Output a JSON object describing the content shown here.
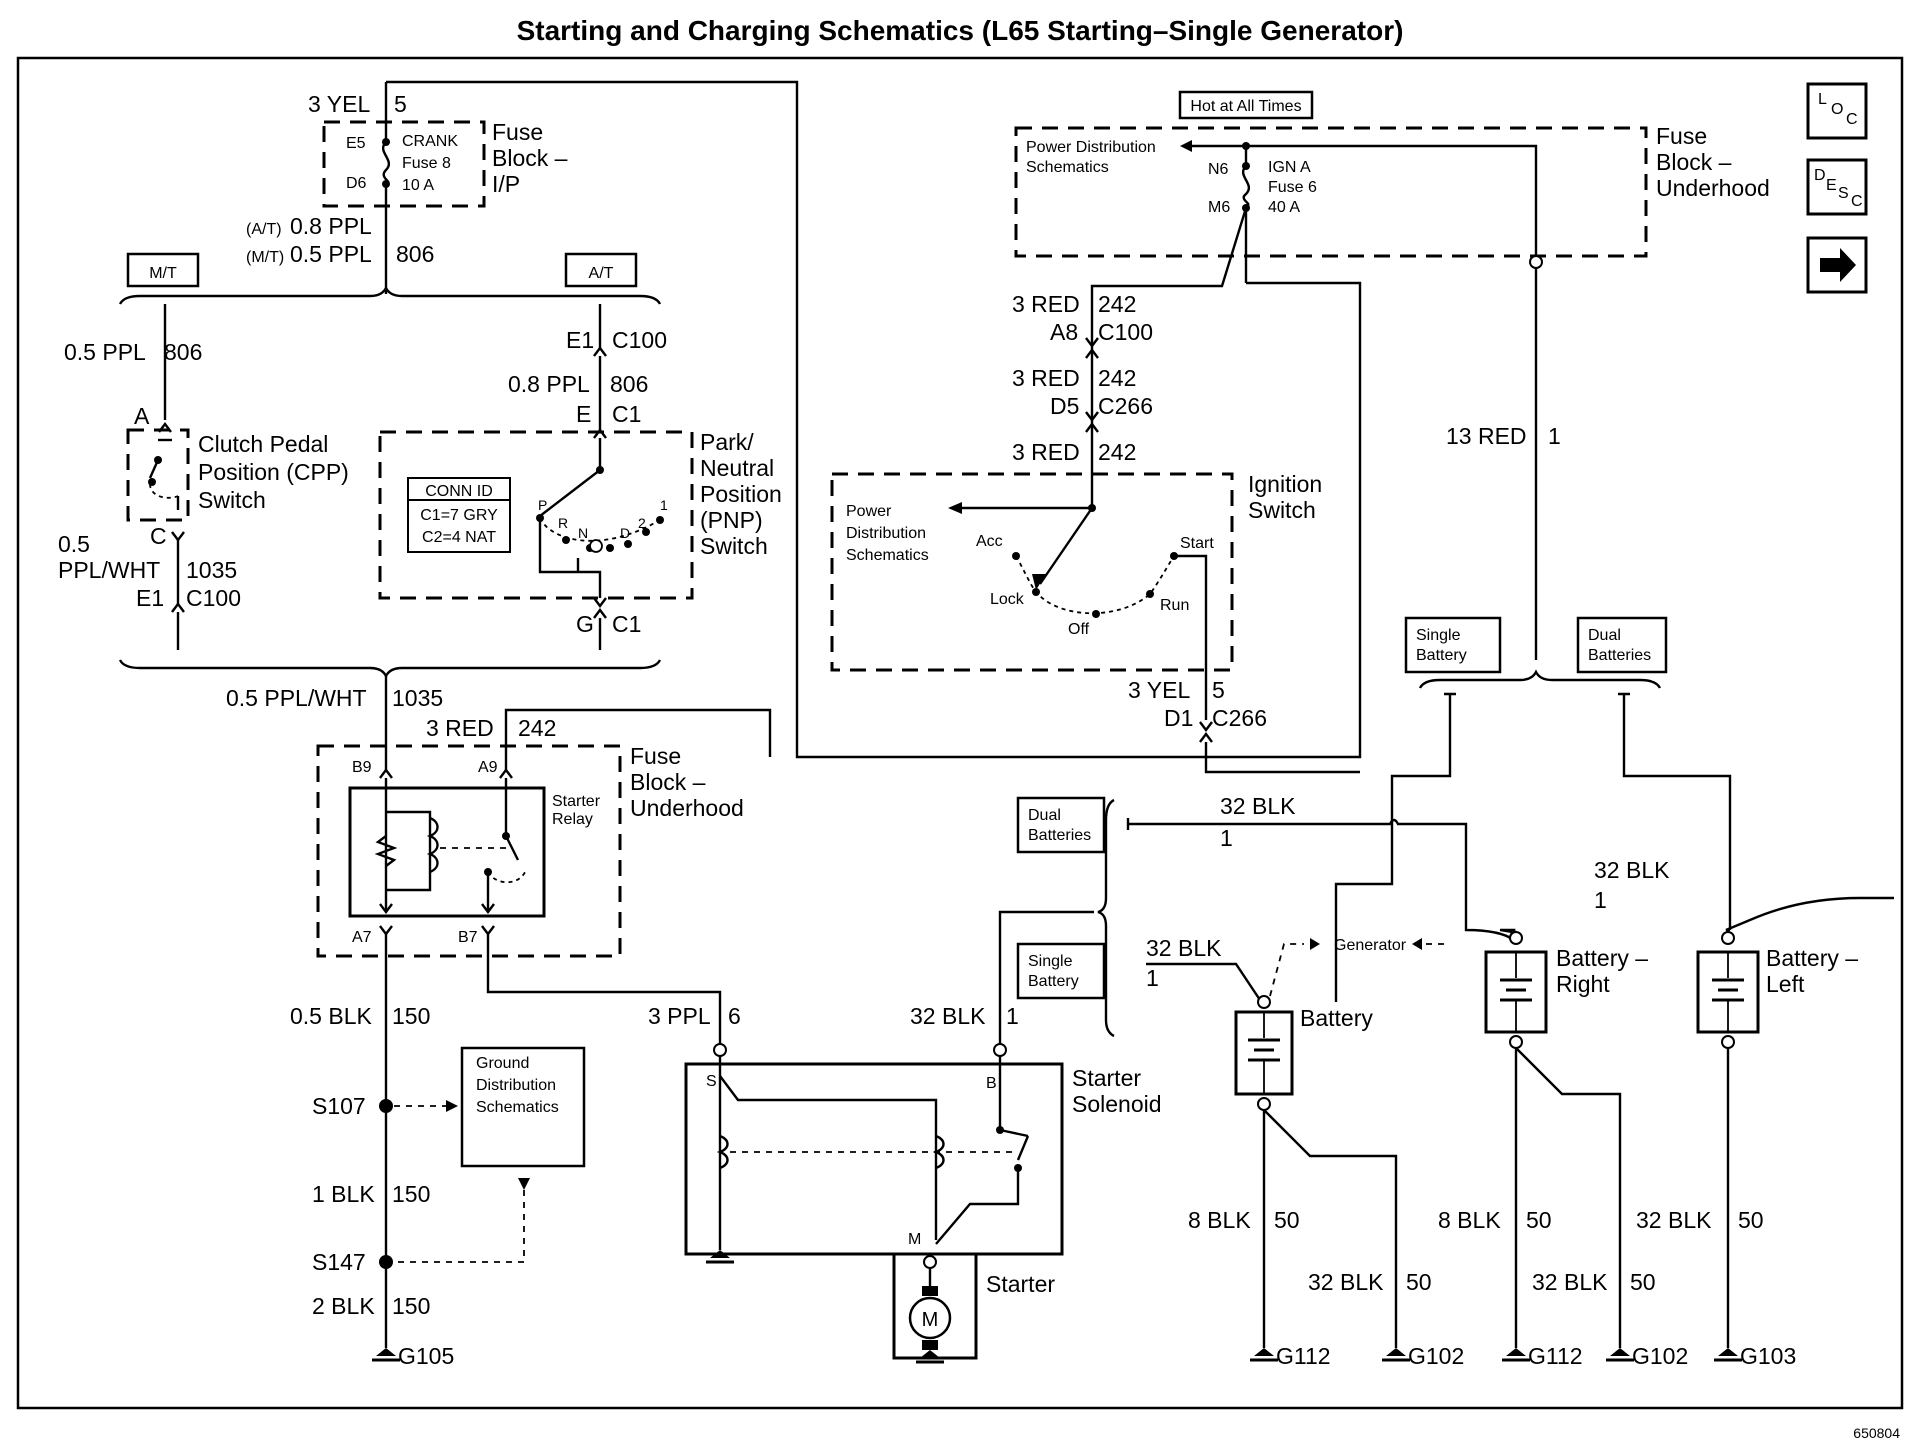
{
  "title": "Starting and Charging Schematics (L65 Starting–Single Generator)",
  "figure_id": "650804",
  "nav": {
    "loc_icon": "loc-icon",
    "desc_icon": "desc-icon",
    "next_icon": "arrow-right-icon"
  },
  "labels": {
    "hot_at_all_times": "Hot at All Times",
    "fuse_block_ip": [
      "Fuse",
      "Block –",
      "I/P"
    ],
    "crank_fuse": [
      "CRANK",
      "Fuse 8",
      "10 A"
    ],
    "fuse_block_underhood_top": [
      "Fuse",
      "Block –",
      "Underhood"
    ],
    "power_dist_top": [
      "Power Distribution",
      "Schematics"
    ],
    "ign_fuse": [
      "IGN A",
      "Fuse 6",
      "40 A"
    ],
    "mt": "M/T",
    "at": "A/T",
    "clutch_switch": [
      "Clutch Pedal",
      "Position (CPP)",
      "Switch"
    ],
    "pnp_switch": [
      "Park/",
      "Neutral",
      "Position",
      "(PNP)",
      "Switch"
    ],
    "conn_id": [
      "CONN ID",
      "C1=7 GRY",
      "C2=4 NAT"
    ],
    "pnp_positions": [
      "P",
      "R",
      "N",
      "D",
      "2",
      "1"
    ],
    "ignition_switch": [
      "Ignition",
      "Switch"
    ],
    "power_dist_ign": [
      "Power",
      "Distribution",
      "Schematics"
    ],
    "ign_positions": {
      "acc": "Acc",
      "lock": "Lock",
      "off": "Off",
      "run": "Run",
      "start": "Start"
    },
    "fuse_block_underhood_mid": [
      "Fuse",
      "Block –",
      "Underhood"
    ],
    "starter_relay": [
      "Starter",
      "Relay"
    ],
    "ground_dist": [
      "Ground",
      "Distribution",
      "Schematics"
    ],
    "starter_solenoid": [
      "Starter",
      "Solenoid"
    ],
    "starter": "Starter",
    "motor": "M",
    "single_battery": [
      "Single",
      "Battery"
    ],
    "dual_batteries": [
      "Dual",
      "Batteries"
    ],
    "generator": "Generator",
    "battery": "Battery",
    "battery_right": [
      "Battery –",
      "Right"
    ],
    "battery_left": [
      "Battery –",
      "Left"
    ]
  },
  "wires": {
    "w_3yel_5": [
      "3 YEL",
      "5"
    ],
    "w_at_08ppl": [
      "(A/T)",
      "0.8 PPL"
    ],
    "w_mt_05ppl": [
      "(M/T)",
      "0.5 PPL",
      "806"
    ],
    "w_05ppl_806": [
      "0.5 PPL",
      "806"
    ],
    "w_08ppl_806": [
      "0.8 PPL",
      "806"
    ],
    "w_05pplwht_1035": [
      "0.5",
      "PPL/WHT",
      "1035"
    ],
    "w_05pplwht_1035_b": [
      "0.5 PPL/WHT",
      "1035"
    ],
    "w_3red_242_a": [
      "3 RED",
      "242"
    ],
    "w_3red_242_b": [
      "3 RED",
      "242"
    ],
    "w_3red_242_c": [
      "3 RED",
      "242"
    ],
    "w_3red_242_d": [
      "3 RED",
      "242"
    ],
    "w_13red_1": [
      "13 RED",
      "1"
    ],
    "w_3yel_5_b": [
      "3 YEL",
      "5"
    ],
    "w_05blk_150": [
      "0.5 BLK",
      "150"
    ],
    "w_1blk_150": [
      "1 BLK",
      "150"
    ],
    "w_2blk_150": [
      "2 BLK",
      "150"
    ],
    "w_3ppl_6": [
      "3 PPL",
      "6"
    ],
    "w_32blk_1_sol": [
      "32 BLK",
      "1"
    ],
    "w_32blk_1_dual": [
      "32 BLK",
      "1"
    ],
    "w_32blk_1_single": [
      "32 BLK",
      "1"
    ],
    "w_32blk_1_batt": [
      "32 BLK",
      "1"
    ],
    "w_8blk_50_a": [
      "8 BLK",
      "50"
    ],
    "w_32blk_50_a": [
      "32 BLK",
      "50"
    ],
    "w_8blk_50_b": [
      "8 BLK",
      "50"
    ],
    "w_32blk_50_b": [
      "32 BLK",
      "50"
    ],
    "w_32blk_50_c": [
      "32 BLK",
      "50"
    ]
  },
  "connectors": {
    "e5": "E5",
    "d6": "D6",
    "n6": "N6",
    "m6": "M6",
    "e1_c100_top": [
      "E1",
      "C100"
    ],
    "e_c1": [
      "E",
      "C1"
    ],
    "a": "A",
    "c": "C",
    "e1_c100_bot": [
      "E1",
      "C100"
    ],
    "g_c1": [
      "G",
      "C1"
    ],
    "a8_c100": [
      "A8",
      "C100"
    ],
    "d5_c266": [
      "D5",
      "C266"
    ],
    "d1_c266": [
      "D1",
      "C266"
    ],
    "b9": "B9",
    "a9": "A9",
    "a7": "A7",
    "b7": "B7",
    "s": "S",
    "b": "B",
    "m": "M"
  },
  "splices": {
    "s107": "S107",
    "s147": "S147"
  },
  "grounds": [
    "G105",
    "G112",
    "G102",
    "G112",
    "G102",
    "G103"
  ]
}
